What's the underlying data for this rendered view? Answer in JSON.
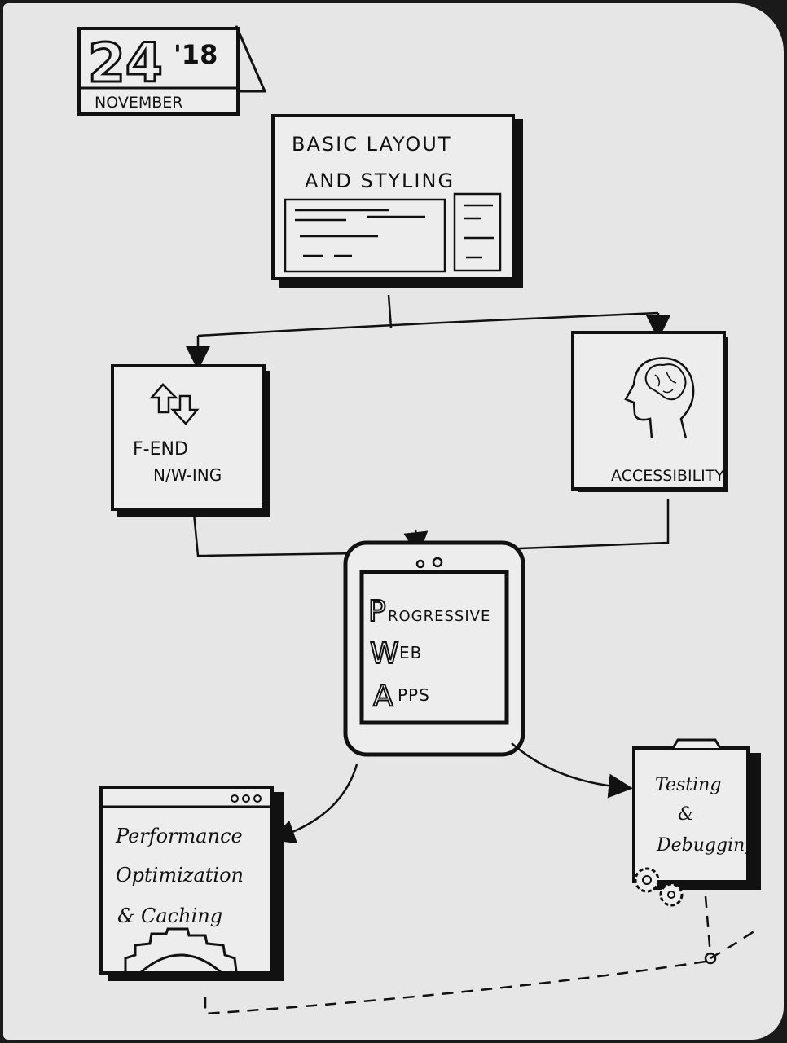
{
  "calendar": {
    "day": "24",
    "year": "'18",
    "month": "NOVEMBER"
  },
  "nodes": {
    "basic_layout": {
      "line1": "BASIC LAYOUT",
      "line2": "AND STYLING"
    },
    "fend": {
      "line1": "F-END",
      "line2": "N/W-ING"
    },
    "accessibility": {
      "label": "ACCESSIBILITY"
    },
    "pwa": {
      "line1_initial": "P",
      "line1_rest": "ROGRESSIVE",
      "line2_initial": "W",
      "line2_rest": "EB",
      "line3_initial": "A",
      "line3_rest": "PPS"
    },
    "performance": {
      "line1": "Performance",
      "line2": "Optimization",
      "line3": "& Caching"
    },
    "testing": {
      "line1": "Testing",
      "line2": "&",
      "line3": "Debugging"
    }
  },
  "icons": [
    "updown-arrows-icon",
    "head-brain-icon",
    "gear-icon",
    "gears-icon",
    "tablet-icon",
    "browser-window-icon",
    "clipboard-icon",
    "calendar-icon"
  ]
}
